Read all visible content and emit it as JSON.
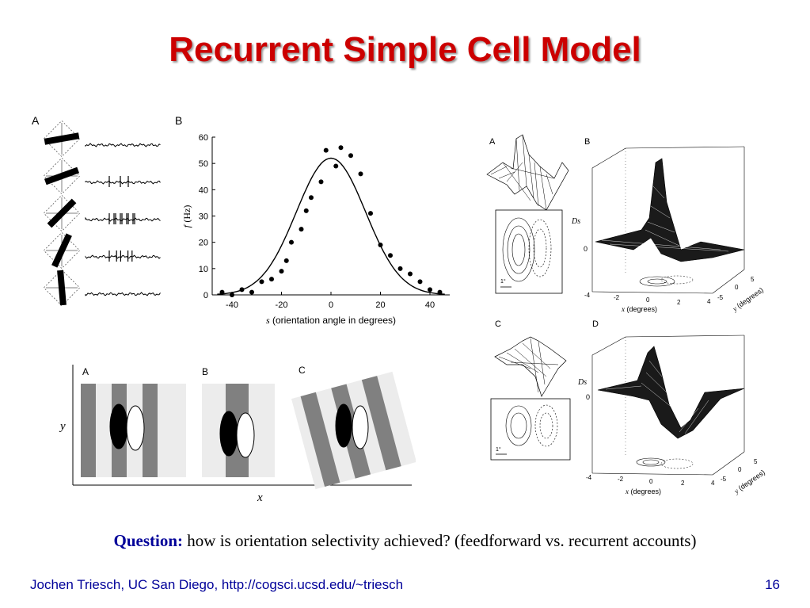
{
  "slide": {
    "title": "Recurrent Simple Cell Model",
    "question_label": "Question:",
    "question_text": "how is orientation selectivity achieved? (feedforward vs. recurrent accounts)",
    "footer_left": "Jochen Triesch, UC San Diego, http://cogsci.ucsd.edu/~triesch",
    "page_number": "16",
    "colors": {
      "title": "#cc0000",
      "footer": "#000099",
      "question_label": "#000099"
    }
  },
  "panel_a_left": {
    "label": "A",
    "bar_angles_deg": [
      -10,
      -20,
      -45,
      -65,
      -95
    ],
    "spike_counts": [
      0,
      3,
      9,
      5,
      0
    ]
  },
  "chart_data": {
    "type": "scatter",
    "panel_label": "B",
    "x": [
      -44,
      -40,
      -36,
      -32,
      -28,
      -24,
      -20,
      -18,
      -16,
      -12,
      -10,
      -8,
      -4,
      -2,
      2,
      4,
      8,
      12,
      16,
      20,
      24,
      28,
      32,
      36,
      40,
      44
    ],
    "y": [
      1,
      0,
      2,
      1,
      5,
      6,
      9,
      13,
      20,
      25,
      32,
      37,
      43,
      55,
      49,
      56,
      53,
      46,
      31,
      19,
      15,
      10,
      8,
      5,
      2,
      1
    ],
    "fit_curve": {
      "type": "gaussian",
      "amplitude": 52,
      "mean": 0,
      "sd": 14
    },
    "xlabel_var": "s",
    "xlabel": "(orientation angle in degrees)",
    "ylabel_var": "f",
    "ylabel": "(Hz)",
    "xlim": [
      -48,
      48
    ],
    "ylim": [
      0,
      60
    ],
    "xticks": [
      -40,
      -20,
      0,
      20,
      40
    ],
    "yticks": [
      0,
      10,
      20,
      30,
      40,
      50,
      60
    ],
    "grid": false
  },
  "stripes": {
    "labels": [
      "A",
      "B",
      "C"
    ],
    "axis_y": "y",
    "axis_x": "x"
  },
  "right_panels": {
    "labels": [
      "A",
      "B",
      "C",
      "D"
    ],
    "z_label": "Ds",
    "z_tick": "0",
    "x_axis_label": "(degrees)",
    "x_var": "x",
    "y_axis_label": "(degrees)",
    "y_var": "y",
    "x_ticks": [
      "-4",
      "-2",
      "0",
      "2",
      "4"
    ],
    "y_ticks": [
      "-5",
      "0",
      "5"
    ],
    "scale_label": "1°"
  }
}
